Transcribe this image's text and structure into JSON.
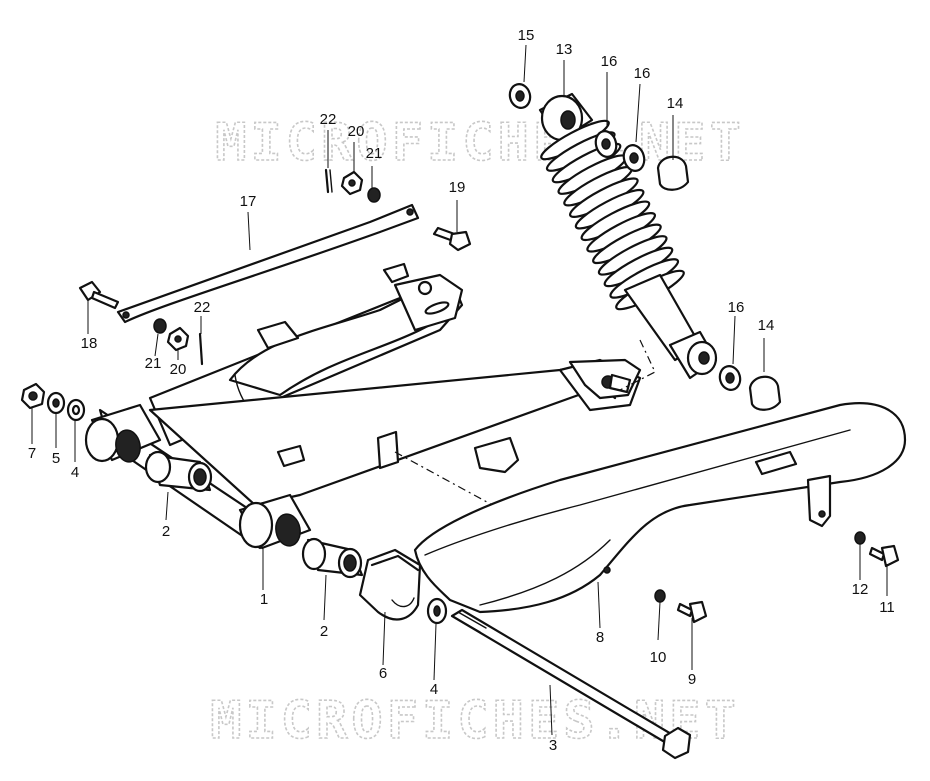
{
  "watermark": {
    "top": "MICROFICHES.NET",
    "bottom": "MICROFICHES.NET"
  },
  "labels": [
    {
      "id": "l1",
      "text": "1"
    },
    {
      "id": "l2a",
      "text": "2"
    },
    {
      "id": "l2b",
      "text": "2"
    },
    {
      "id": "l3",
      "text": "3"
    },
    {
      "id": "l4a",
      "text": "4"
    },
    {
      "id": "l4b",
      "text": "4"
    },
    {
      "id": "l5",
      "text": "5"
    },
    {
      "id": "l6",
      "text": "6"
    },
    {
      "id": "l7",
      "text": "7"
    },
    {
      "id": "l8",
      "text": "8"
    },
    {
      "id": "l9",
      "text": "9"
    },
    {
      "id": "l10",
      "text": "10"
    },
    {
      "id": "l11",
      "text": "11"
    },
    {
      "id": "l12",
      "text": "12"
    },
    {
      "id": "l13",
      "text": "13"
    },
    {
      "id": "l14a",
      "text": "14"
    },
    {
      "id": "l14b",
      "text": "14"
    },
    {
      "id": "l15",
      "text": "15"
    },
    {
      "id": "l16a",
      "text": "16"
    },
    {
      "id": "l16b",
      "text": "16"
    },
    {
      "id": "l16c",
      "text": "16"
    },
    {
      "id": "l17",
      "text": "17"
    },
    {
      "id": "l18",
      "text": "18"
    },
    {
      "id": "l19",
      "text": "19"
    },
    {
      "id": "l20a",
      "text": "20"
    },
    {
      "id": "l20b",
      "text": "20"
    },
    {
      "id": "l21a",
      "text": "21"
    },
    {
      "id": "l21b",
      "text": "21"
    },
    {
      "id": "l22a",
      "text": "22"
    },
    {
      "id": "l22b",
      "text": "22"
    }
  ]
}
